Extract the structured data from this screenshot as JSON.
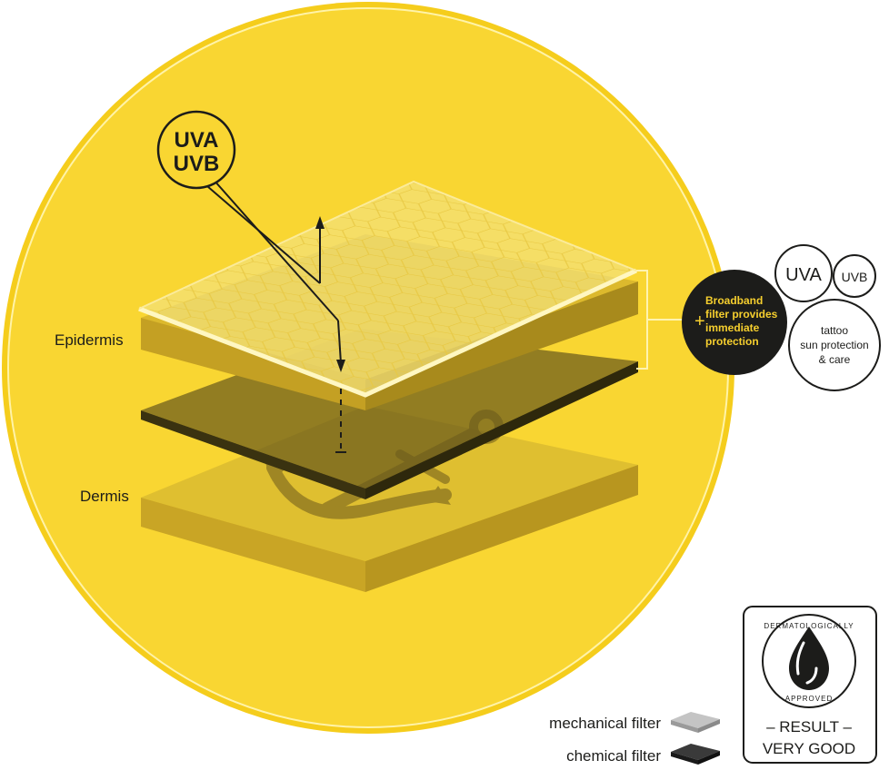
{
  "diagram": {
    "uv_label_top": "UVA",
    "uv_label_bottom": "UVB",
    "layer_epidermis": "Epidermis",
    "layer_dermis": "Dermis"
  },
  "product_badge": {
    "plus": "+",
    "text_lines": [
      "Broadband",
      "filter provides",
      "immediate",
      "protection"
    ],
    "uva": "UVA",
    "uvb": "UVB",
    "care_lines": [
      "tattoo",
      "sun protection",
      "& care"
    ]
  },
  "legend": {
    "mechanical": "mechanical filter",
    "chemical": "chemical filter"
  },
  "certificate": {
    "arc_top": "DERMATOLOGICALLY",
    "arc_bottom": "APPROVED",
    "result_line1": "– RESULT –",
    "result_line2": "VERY GOOD"
  },
  "colors": {
    "circle_yellow": "#f9d632",
    "circle_ring": "#f5cd1c",
    "layer_gold": "#d2b22a",
    "layer_dark": "#4a4018",
    "badge_black": "#1c1c1a",
    "badge_text": "#f6cf2e",
    "mechanical_swatch": "#a8a8a8",
    "chemical_swatch": "#3a3a3a"
  }
}
